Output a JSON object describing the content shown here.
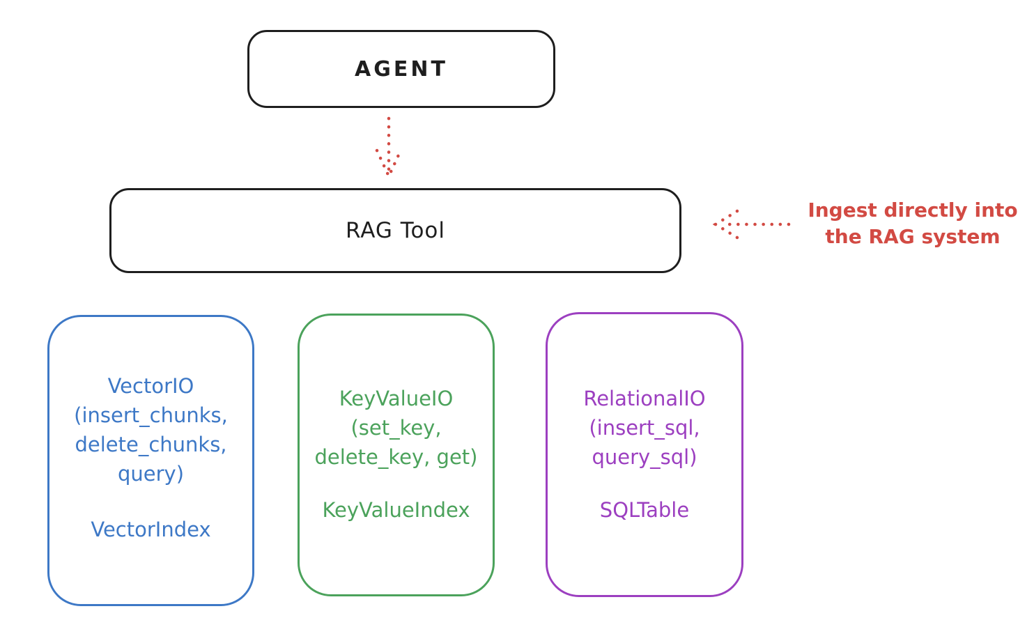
{
  "colors": {
    "ink": "#1e1e1e",
    "red": "#d24a43",
    "blue": "#3d78c6",
    "green": "#4ba25b",
    "purple": "#9c3fc0",
    "background": "#ffffff"
  },
  "nodes": {
    "agent": {
      "label": "AGENT"
    },
    "rag_tool": {
      "label": "RAG Tool"
    },
    "vector_io": {
      "body": "VectorIO\n(insert_chunks,\ndelete_chunks,\nquery)",
      "footer": "VectorIndex",
      "color": "#3d78c6"
    },
    "keyvalue_io": {
      "body": "KeyValueIO\n(set_key,\ndelete_key, get)",
      "footer": "KeyValueIndex",
      "color": "#4ba25b"
    },
    "relational_io": {
      "body": "RelationalIO\n(insert_sql,\nquery_sql)",
      "footer": "SQLTable",
      "color": "#9c3fc0"
    }
  },
  "annotation": {
    "text": "Ingest directly into\nthe RAG system",
    "color": "#d24a43"
  },
  "arrows": {
    "agent_to_rag": {
      "style": "dotted",
      "direction": "down",
      "color": "#d24a43"
    },
    "ingest_to_rag": {
      "style": "dotted",
      "direction": "left",
      "color": "#d24a43"
    }
  }
}
